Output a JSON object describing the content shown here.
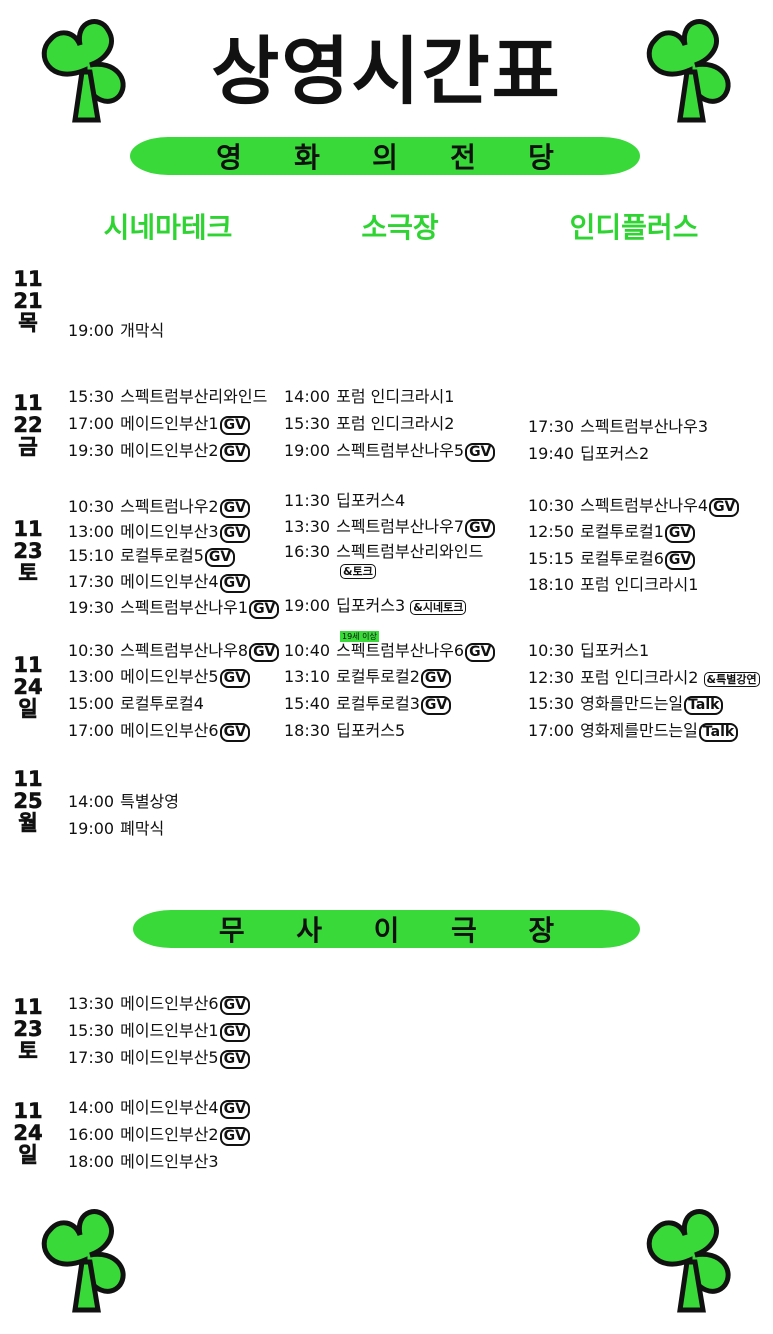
{
  "title": "상영시간표",
  "theater1": {
    "banner": [
      "영",
      "화",
      "의",
      "전",
      "당"
    ],
    "venues": [
      "시네마테크",
      "소극장",
      "인디플러스"
    ]
  },
  "theater2": {
    "banner": [
      "무",
      "사",
      "이",
      "극",
      "장"
    ]
  },
  "colors": {
    "accent": "#39d93a",
    "venue_text": "#2fd433",
    "text": "#111111"
  },
  "dates": {
    "d1121": [
      "11",
      "21",
      "목"
    ],
    "d1122": [
      "11",
      "22",
      "금"
    ],
    "d1123": [
      "11",
      "23",
      "토"
    ],
    "d1124": [
      "11",
      "24",
      "일"
    ],
    "d1125": [
      "11",
      "25",
      "월"
    ],
    "m1123": [
      "11",
      "23",
      "토"
    ],
    "m1124": [
      "11",
      "24",
      "일"
    ]
  },
  "events": {
    "e1": {
      "time": "19:00",
      "title": "개막식"
    },
    "e2": {
      "time": "15:30",
      "title": "스펙트럼부산리와인드"
    },
    "e3": {
      "time": "17:00",
      "title": "메이드인부산1",
      "tag": "GV"
    },
    "e4": {
      "time": "19:30",
      "title": "메이드인부산2",
      "tag": "GV"
    },
    "e5": {
      "time": "14:00",
      "title": "포럼 인디크라시1"
    },
    "e6": {
      "time": "15:30",
      "title": "포럼 인디크라시2"
    },
    "e7": {
      "time": "19:00",
      "title": "스펙트럼부산나우5",
      "tag": "GV"
    },
    "e8": {
      "time": "17:30",
      "title": "스펙트럼부산나우3"
    },
    "e9": {
      "time": "19:40",
      "title": "딥포커스2"
    },
    "e10": {
      "time": "10:30",
      "title": "스펙트럼나우2",
      "tag": "GV"
    },
    "e11": {
      "time": "13:00",
      "title": "메이드인부산3",
      "tag": "GV"
    },
    "e12": {
      "time": "15:10",
      "title": "로컬투로컬5",
      "tag": "GV"
    },
    "e13": {
      "time": "17:30",
      "title": "메이드인부산4",
      "tag": "GV"
    },
    "e14": {
      "time": "19:30",
      "title": "스펙트럼부산나우1",
      "tag": "GV"
    },
    "e15": {
      "time": "11:30",
      "title": "딥포커스4"
    },
    "e16": {
      "time": "13:30",
      "title": "스펙트럼부산나우7",
      "tag": "GV"
    },
    "e17": {
      "time": "16:30",
      "title": "스펙트럼부산리와인드",
      "extra": "&토크"
    },
    "e18": {
      "time": "19:00",
      "title": "딥포커스3",
      "extra": "&시네토크"
    },
    "e19": {
      "time": "10:30",
      "title": "스펙트럼부산나우4",
      "tag": "GV"
    },
    "e20": {
      "time": "12:50",
      "title": "로컬투로컬1",
      "tag": "GV"
    },
    "e21": {
      "time": "15:15",
      "title": "로컬투로컬6",
      "tag": "GV"
    },
    "e22": {
      "time": "18:10",
      "title": "포럼 인디크라시1"
    },
    "e23": {
      "time": "10:30",
      "title": "스펙트럼부산나우8",
      "tag": "GV"
    },
    "e24": {
      "time": "13:00",
      "title": "메이드인부산5",
      "tag": "GV"
    },
    "e25": {
      "time": "15:00",
      "title": "로컬투로컬4"
    },
    "e26": {
      "time": "17:00",
      "title": "메이드인부산6",
      "tag": "GV"
    },
    "e27": {
      "time": "10:40",
      "title": "스펙트럼부산나우6",
      "tag": "GV",
      "badge": "19세 이상"
    },
    "e28": {
      "time": "13:10",
      "title": "로컬투로컬2",
      "tag": "GV"
    },
    "e29": {
      "time": "15:40",
      "title": "로컬투로컬3",
      "tag": "GV"
    },
    "e30": {
      "time": "18:30",
      "title": "딥포커스5"
    },
    "e31": {
      "time": "10:30",
      "title": "딥포커스1"
    },
    "e32": {
      "time": "12:30",
      "title": "포럼 인디크라시2",
      "extra": "&특별강연"
    },
    "e33": {
      "time": "15:30",
      "title": "영화를만드는일",
      "tag": "Talk"
    },
    "e34": {
      "time": "17:00",
      "title": "영화제를만드는일",
      "tag": "Talk"
    },
    "e35": {
      "time": "14:00",
      "title": "특별상영"
    },
    "e36": {
      "time": "19:00",
      "title": "폐막식"
    },
    "m1": {
      "time": "13:30",
      "title": "메이드인부산6",
      "tag": "GV"
    },
    "m2": {
      "time": "15:30",
      "title": "메이드인부산1",
      "tag": "GV"
    },
    "m3": {
      "time": "17:30",
      "title": "메이드인부산5",
      "tag": "GV"
    },
    "m4": {
      "time": "14:00",
      "title": "메이드인부산4",
      "tag": "GV"
    },
    "m5": {
      "time": "16:00",
      "title": "메이드인부산2",
      "tag": "GV"
    },
    "m6": {
      "time": "18:00",
      "title": "메이드인부산3"
    }
  }
}
